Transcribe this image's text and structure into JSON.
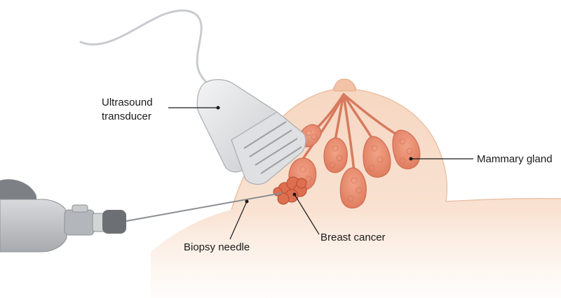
{
  "labels": {
    "transducer_line1": "Ultrasound",
    "transducer_line2": "transducer",
    "mammary_gland": "Mammary gland",
    "breast_cancer": "Breast cancer",
    "biopsy_needle": "Biopsy needle"
  },
  "colors": {
    "skin": "#f8ddc9",
    "skin_shadow": "#f0cbb3",
    "nipple": "#f2c3a6",
    "gland_fill": "#e98f72",
    "gland_stroke": "#cf6e53",
    "tumor_fill": "#dd6e4f",
    "tumor_stroke": "#b74d33",
    "transducer_body": "#e3e3e5",
    "transducer_dark": "#9b9ea3",
    "handle_gray": "#b9bcc0",
    "handle_dark": "#6c6f74",
    "leader_line": "#1a1a1a"
  }
}
